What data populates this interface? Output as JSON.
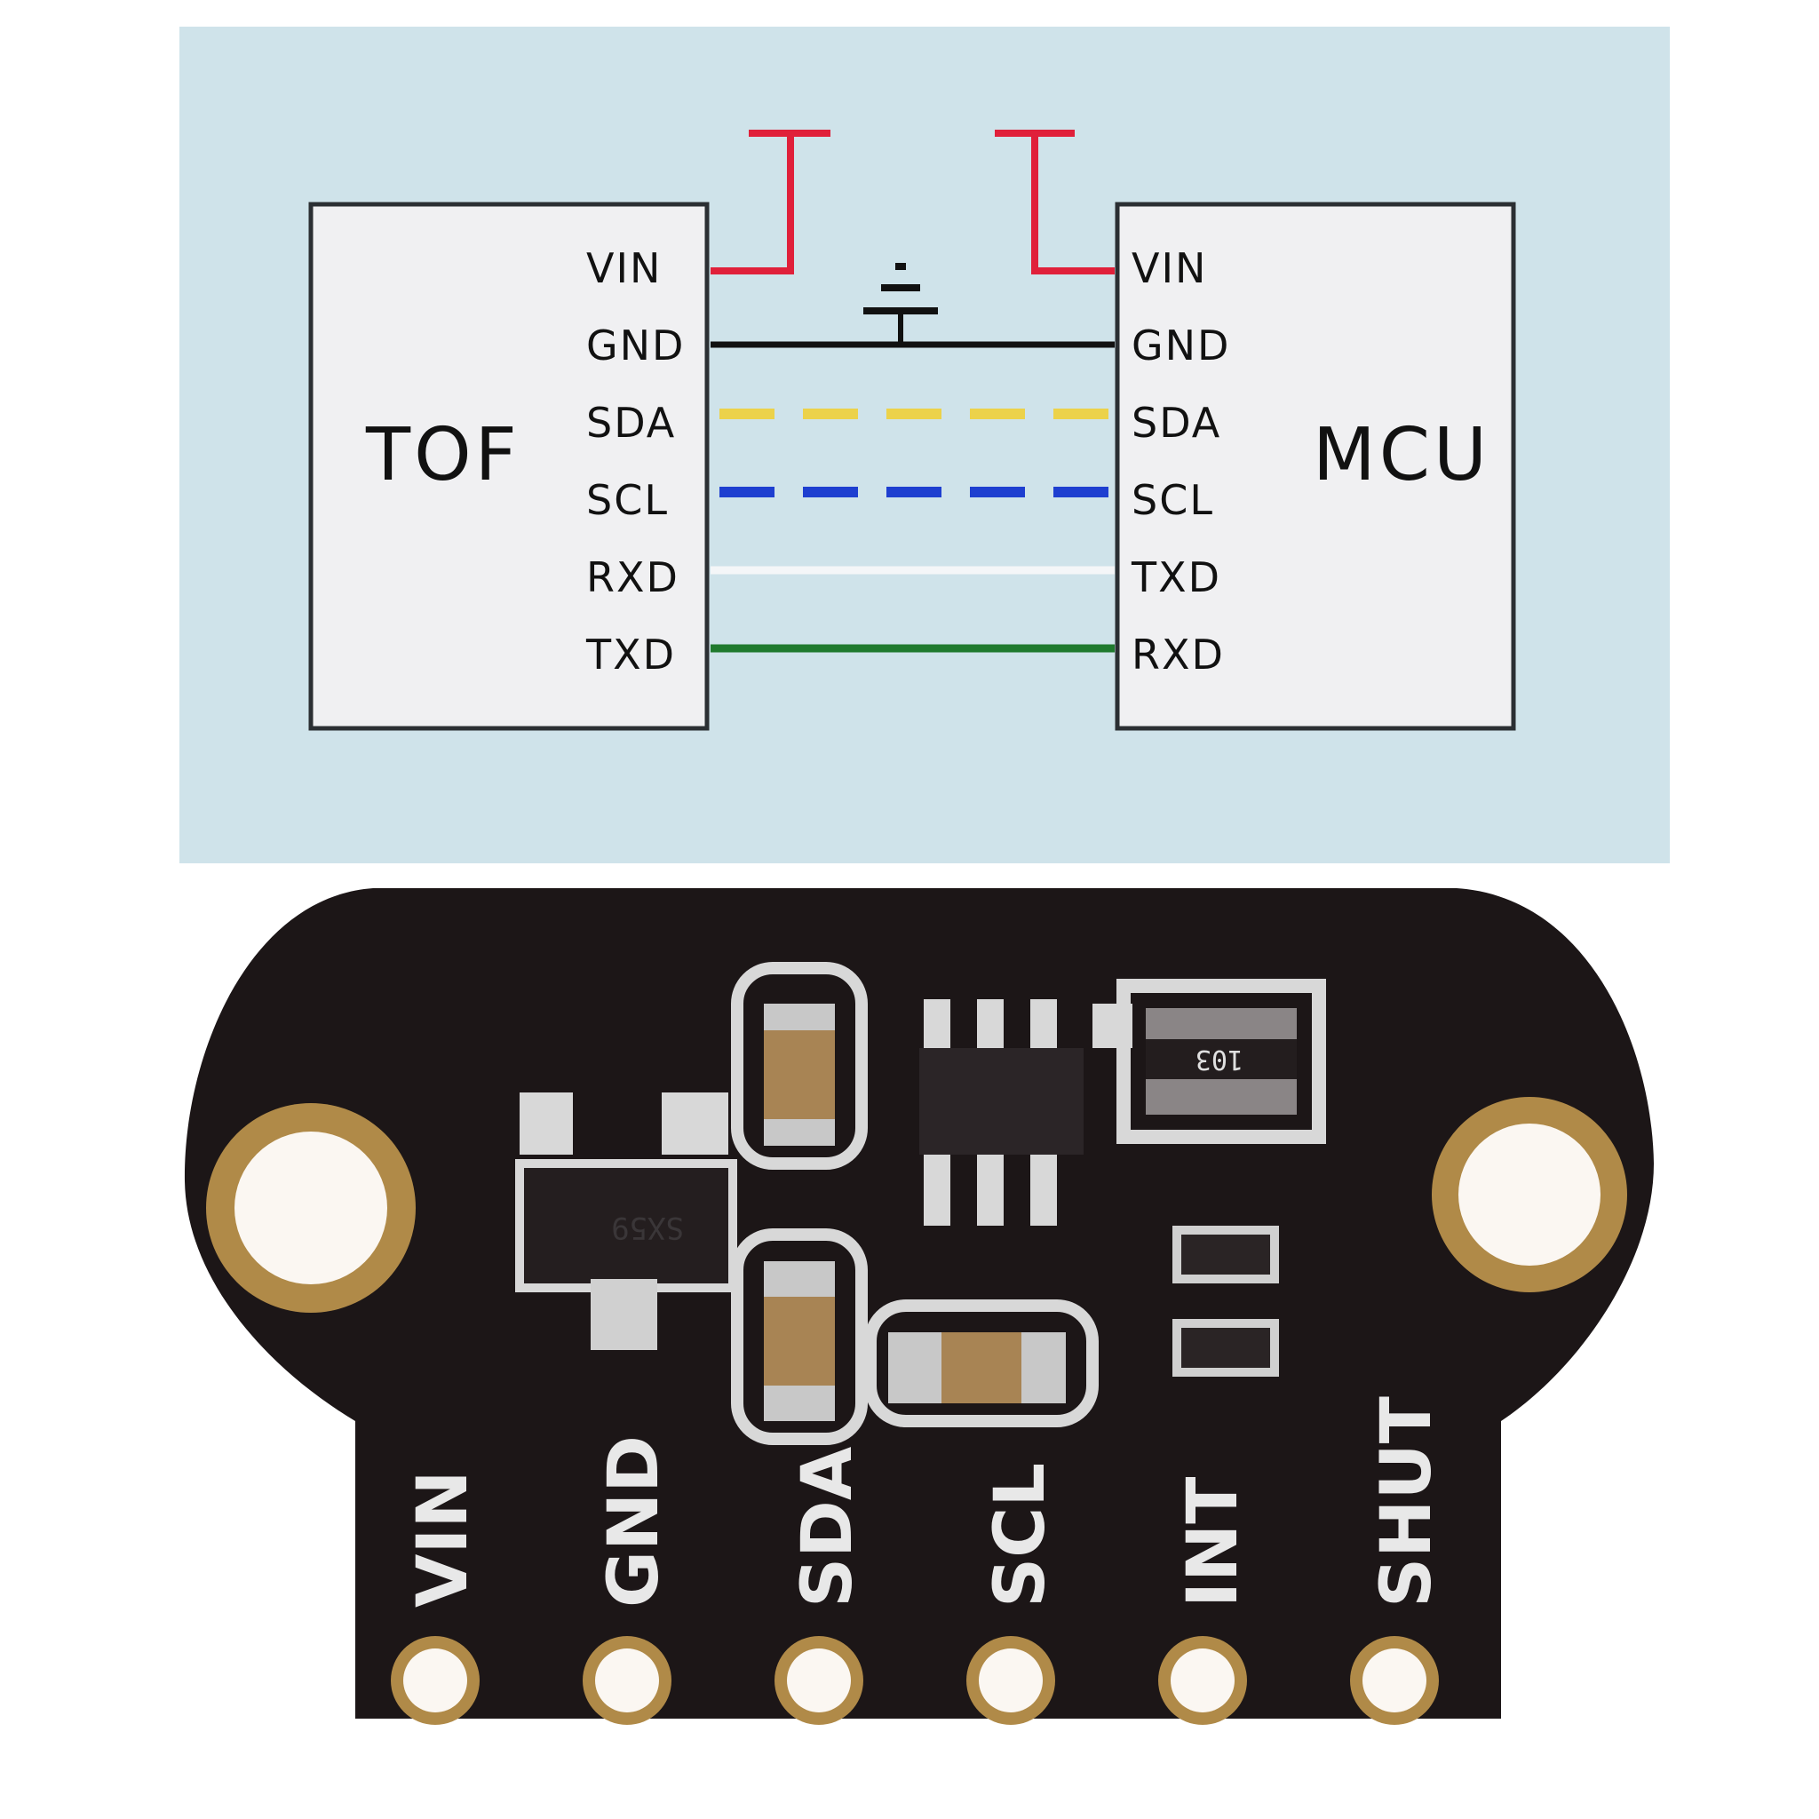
{
  "diagram": {
    "title": "TOF to MCU wiring",
    "colors": {
      "background": "#cfe3ea",
      "box_fill": "#f0f0f2",
      "box_stroke": "#2b2f33"
    },
    "tof": {
      "label": "TOF",
      "pins": [
        "VIN",
        "GND",
        "SDA",
        "SCL",
        "RXD",
        "TXD"
      ]
    },
    "mcu": {
      "label": "MCU",
      "pins": [
        "VIN",
        "GND",
        "SDA",
        "SCL",
        "TXD",
        "RXD"
      ]
    },
    "connections": [
      {
        "from": "VIN",
        "to": "VIN",
        "color": "#e0203a",
        "style": "power"
      },
      {
        "from": "GND",
        "to": "GND",
        "color": "#111111",
        "style": "ground"
      },
      {
        "from": "SDA",
        "to": "SDA",
        "color": "#ecd24a",
        "style": "dashed"
      },
      {
        "from": "SCL",
        "to": "SCL",
        "color": "#1e3fd0",
        "style": "dashed"
      },
      {
        "from": "RXD",
        "to": "TXD",
        "color": "#f4f6f8",
        "style": "solid"
      },
      {
        "from": "TXD",
        "to": "RXD",
        "color": "#1f7a2e",
        "style": "solid"
      }
    ]
  },
  "pcb": {
    "colors": {
      "board": "#1c1617",
      "silkscreen": "#e8e8e8",
      "gold": "#b08a48",
      "capacitor": "#a88454"
    },
    "pin_labels": [
      "VIN",
      "GND",
      "SDA",
      "SCL",
      "INT",
      "SHUT"
    ],
    "chips": [
      {
        "name": "regulator",
        "marking": "SX59"
      },
      {
        "name": "level-shifter",
        "marking": ""
      },
      {
        "name": "resistor-array",
        "marking": "103"
      }
    ]
  }
}
